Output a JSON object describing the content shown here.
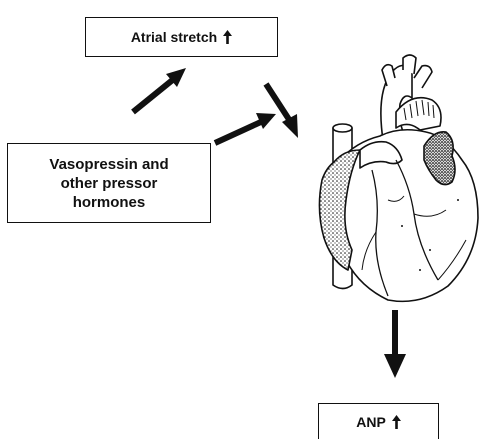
{
  "boxes": {
    "atrial_stretch": {
      "label": "Atrial stretch"
    },
    "vasopressin": {
      "lines": [
        "Vasopressin and",
        "other pressor",
        "hormones"
      ]
    },
    "anp": {
      "label": "ANP"
    }
  },
  "icons": {
    "increase": "up-arrow-icon",
    "heart": "heart-illustration"
  },
  "colors": {
    "ink": "#111111",
    "background": "#ffffff"
  }
}
